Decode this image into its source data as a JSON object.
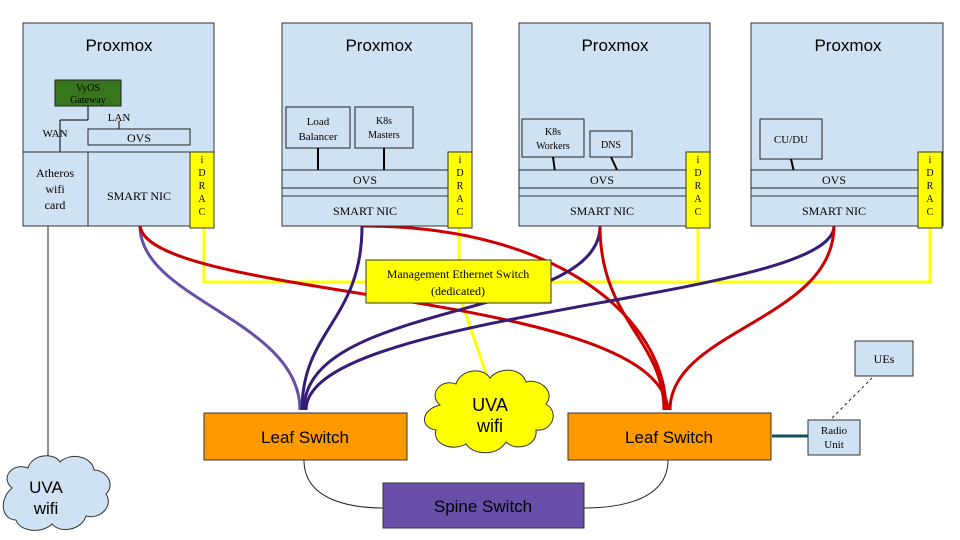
{
  "hosts": [
    {
      "title": "Proxmox",
      "ovs": "OVS",
      "nic": "SMART NIC",
      "idrac": "iDRAC",
      "vyos": [
        "VyOS",
        "Gateway"
      ],
      "lan": "LAN",
      "wan": "WAN",
      "atheros": [
        "Atheros",
        "wifi",
        "card"
      ]
    },
    {
      "title": "Proxmox",
      "ovs": "OVS",
      "nic": "SMART NIC",
      "idrac": "iDRAC",
      "vms": [
        [
          "Load",
          "Balancer"
        ],
        [
          "K8s",
          "Masters"
        ]
      ]
    },
    {
      "title": "Proxmox",
      "ovs": "OVS",
      "nic": "SMART NIC",
      "idrac": "iDRAC",
      "vms": [
        [
          "K8s",
          "Workers"
        ],
        [
          "DNS"
        ]
      ]
    },
    {
      "title": "Proxmox",
      "ovs": "OVS",
      "nic": "SMART NIC",
      "idrac": "iDRAC",
      "vms": [
        [
          "CU/DU"
        ]
      ]
    }
  ],
  "mgmt_switch": [
    "Management Ethernet Switch",
    "(dedicated)"
  ],
  "leaf_left": "Leaf Switch",
  "leaf_right": "Leaf Switch",
  "spine": "Spine Switch",
  "uva_wifi_center": [
    "UVA",
    "wifi"
  ],
  "uva_wifi_left": [
    "UVA",
    "wifi"
  ],
  "radio_unit": [
    "Radio",
    "Unit"
  ],
  "ues": "UEs",
  "colors": {
    "host_fill": "#cfe2f3",
    "vyos_fill": "#38761d",
    "yellow": "#ffff00",
    "orange": "#ff9900",
    "spine_fill": "#674ea7",
    "purple_link": "#674ea7",
    "navy_link": "#351c75",
    "red_link": "#cc0000"
  }
}
